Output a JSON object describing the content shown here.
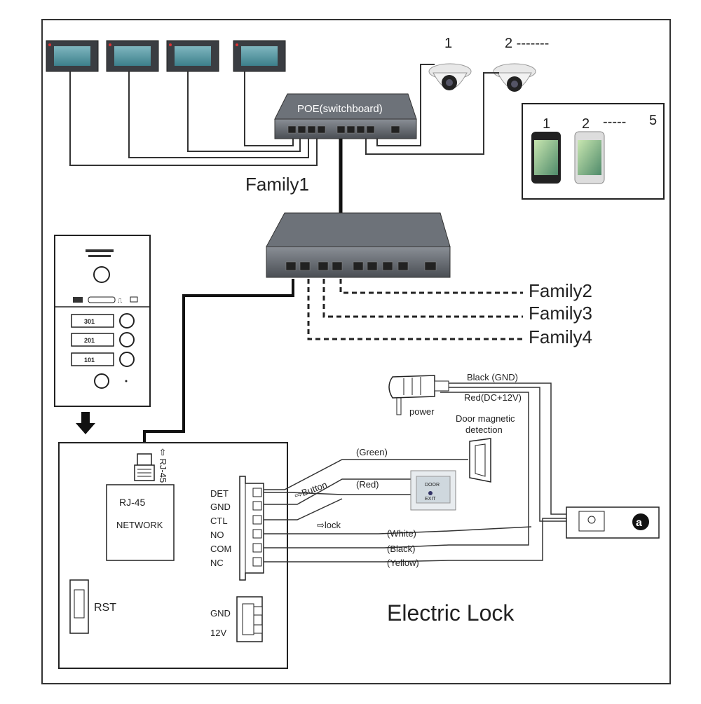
{
  "diagram": {
    "poe_label": "POE(switchboard)",
    "family1": "Family1",
    "family2": "Family2",
    "family3": "Family3",
    "family4": "Family4",
    "camera_1": "1",
    "camera_2": "2 -------",
    "phone_1": "1",
    "phone_2": "2",
    "phone_dashes": "-----",
    "phone_5": "5",
    "outdoor_buttons": [
      "301",
      "201",
      "101"
    ],
    "rj45_arrow_label": "RJ-45",
    "rj45_box_title": "RJ-45",
    "network_label": "NETWORK",
    "rst_label": "RST",
    "terminals": [
      "DET",
      "GND",
      "CTL",
      "NO",
      "COM",
      "NC"
    ],
    "power_terminals": [
      "GND",
      "12V"
    ],
    "button_label": "Button",
    "lock_label": "lock",
    "wires": {
      "green": "(Green)",
      "red": "(Red)",
      "white": "(White)",
      "black": "(Black)",
      "yellow": "(Yellow)"
    },
    "power_label": "power",
    "black_gnd": "Black (GND)",
    "red_dc": "Red(DC+12V)",
    "door_magnetic": [
      "Door magnetic",
      "detection"
    ],
    "exit_button_text": [
      "DOOR",
      "EXIT"
    ],
    "electric_lock": "Electric Lock",
    "lock_badge": "a"
  }
}
